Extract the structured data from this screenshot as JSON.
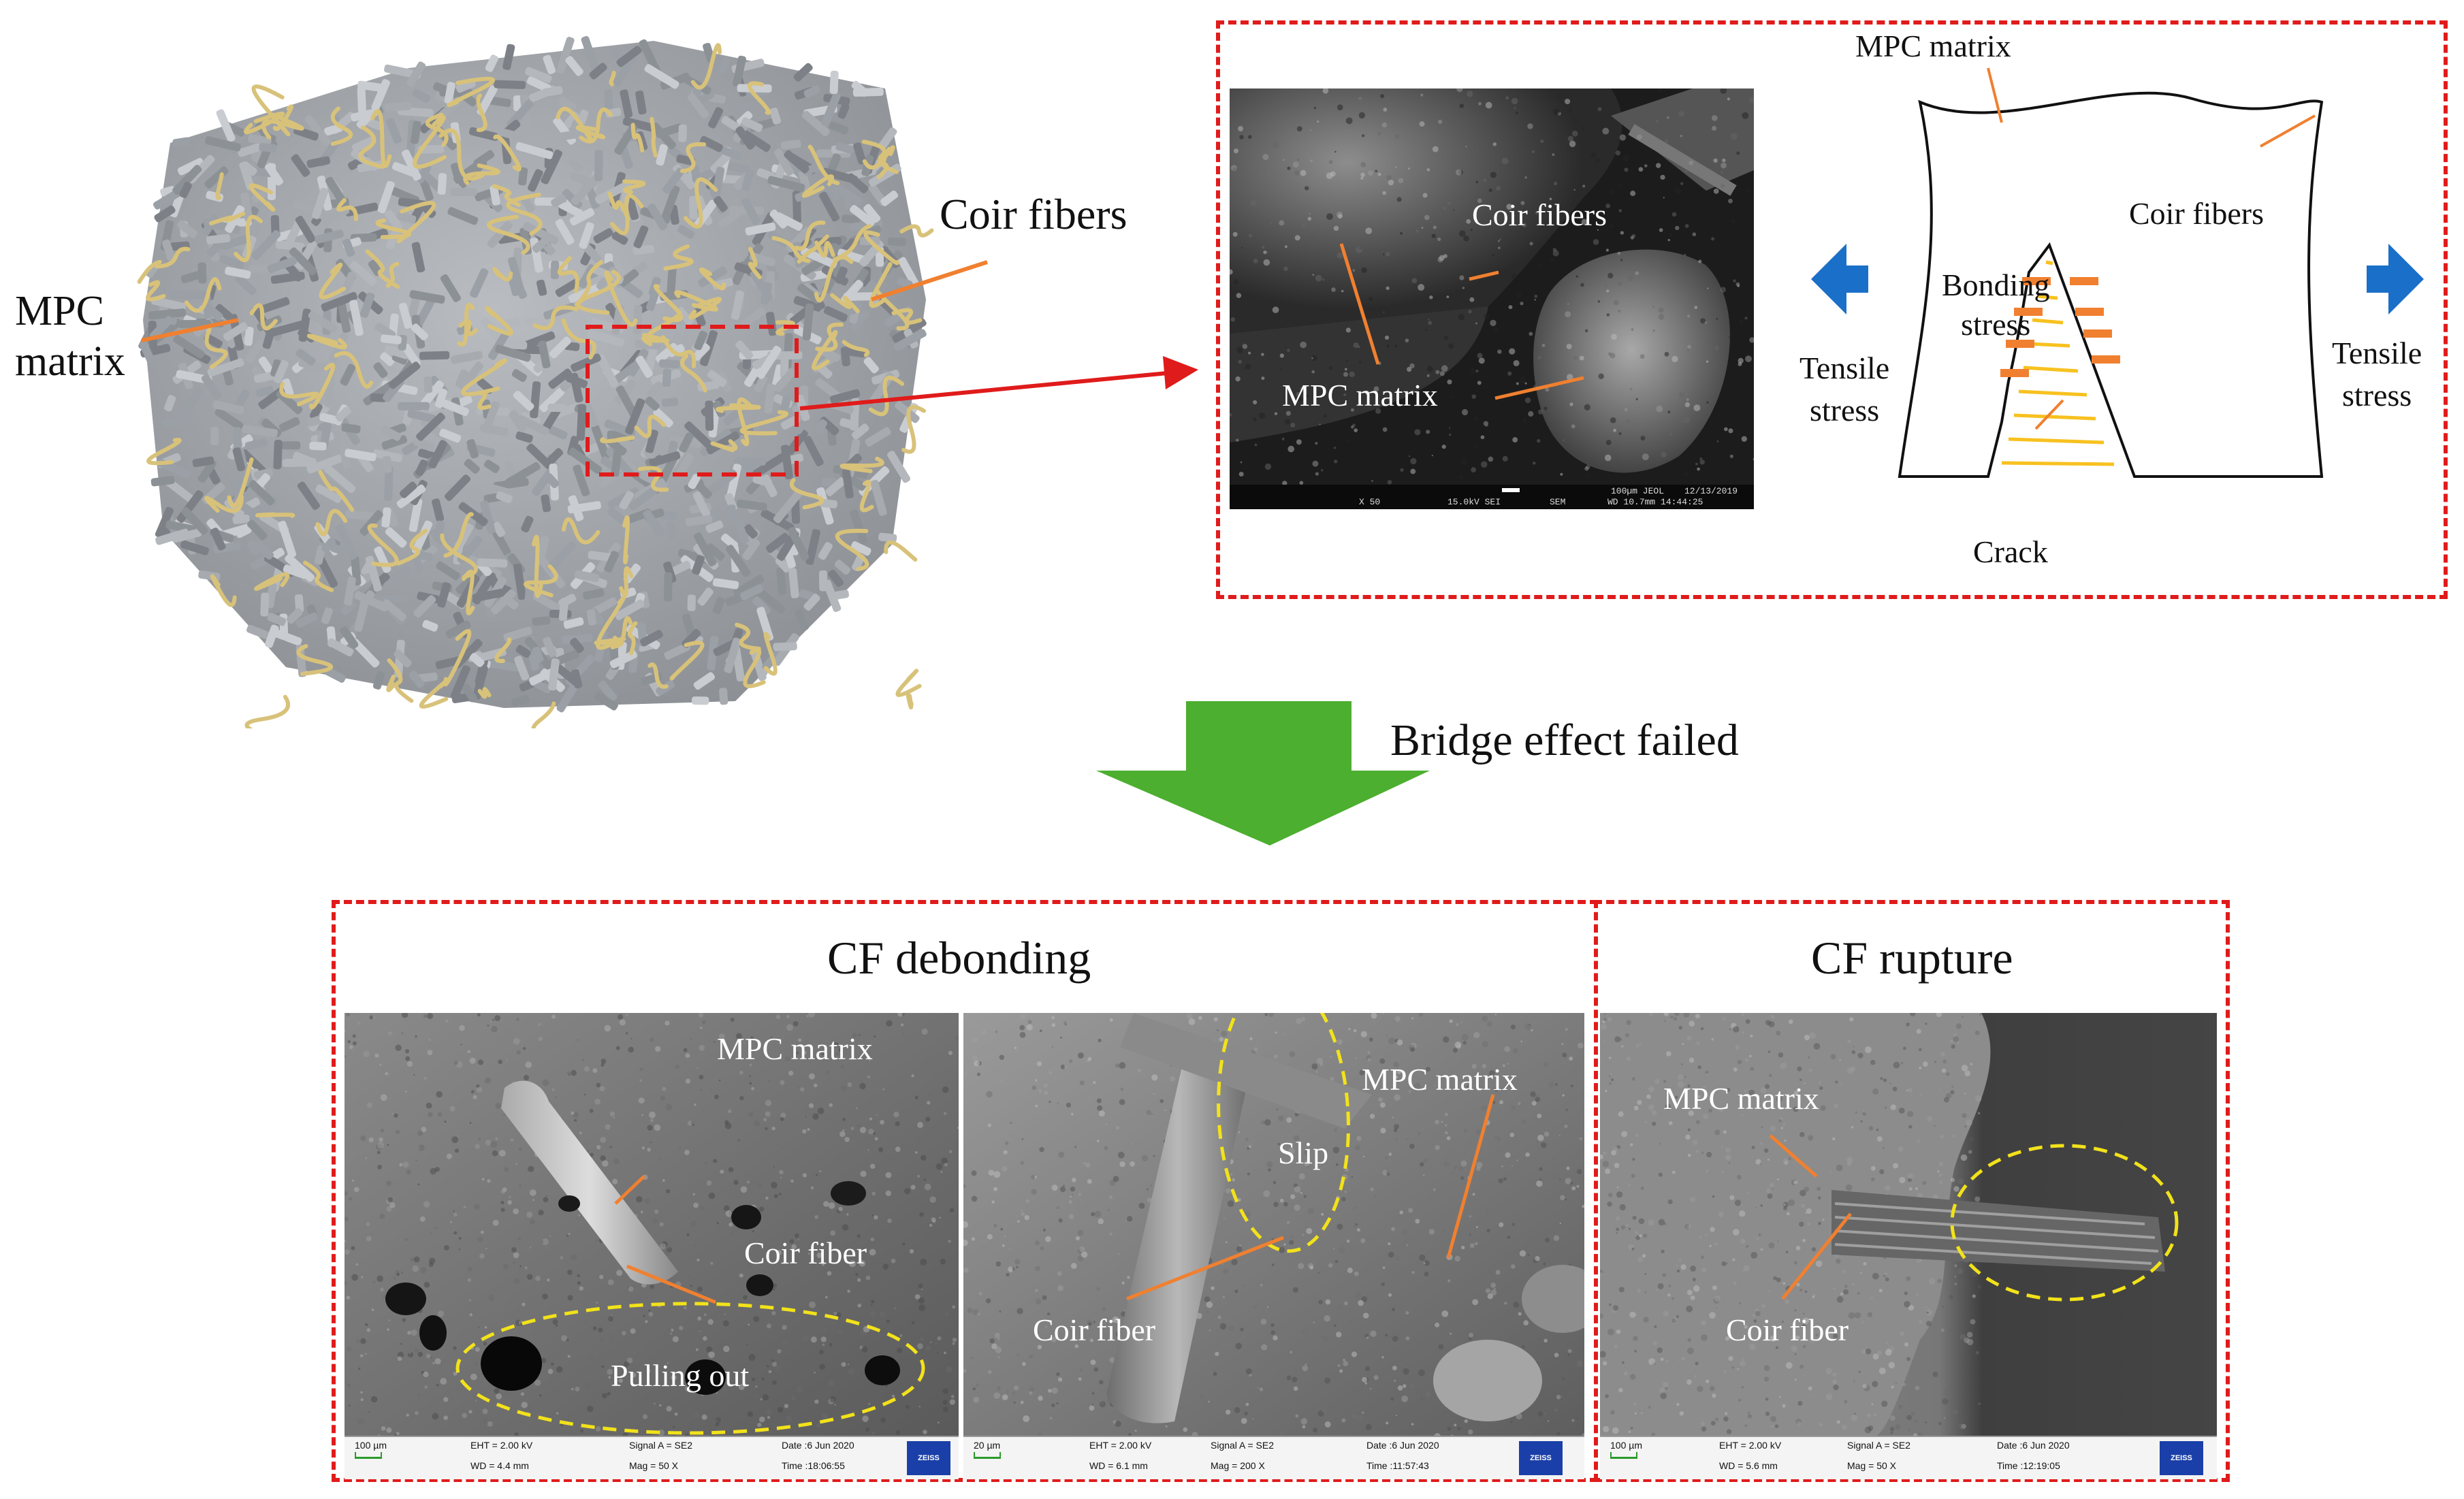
{
  "top_left": {
    "matrix_label_line1": "MPC",
    "matrix_label_line2": "matrix",
    "fibers_label": "Coir fibers"
  },
  "sem_top": {
    "label_coir_fibers": "Coir fibers",
    "label_mpc_matrix": "MPC matrix",
    "bar_mag": "X 50",
    "bar_kv": "15.0kV SEI",
    "bar_mode": "SEM",
    "bar_scale": "100µm JEOL",
    "bar_wd": "WD 10.7mm 14:44:25",
    "bar_date": "12/13/2019"
  },
  "schematic": {
    "mpc_matrix": "MPC matrix",
    "coir_fibers": "Coir fibers",
    "bonding_line1": "Bonding",
    "bonding_line2": "stress",
    "tensile_left_line1": "Tensile",
    "tensile_left_line2": "stress",
    "tensile_right_line1": "Tensile",
    "tensile_right_line2": "stress",
    "crack": "Crack"
  },
  "arrow_label": "Bridge effect failed",
  "debonding": {
    "title": "CF debonding",
    "img1": {
      "mpc_matrix": "MPC matrix",
      "coir_fiber": "Coir fiber",
      "pulling_out": "Pulling out",
      "bar": {
        "scale": "100 µm",
        "eht": "EHT = 2.00 kV",
        "wd": "WD = 4.4 mm",
        "signal": "Signal A = SE2",
        "mag": "Mag =   50 X",
        "date": "Date :6 Jun 2020",
        "time": "Time :18:06:55",
        "logo": "ZEISS"
      }
    },
    "img2": {
      "slip": "Slip",
      "mpc_matrix": "MPC matrix",
      "coir_fiber": "Coir fiber",
      "bar": {
        "scale": "20 µm",
        "eht": "EHT = 2.00 kV",
        "wd": "WD = 6.1 mm",
        "signal": "Signal A = SE2",
        "mag": "Mag =  200 X",
        "date": "Date :6 Jun 2020",
        "time": "Time :11:57:43",
        "logo": "ZEISS"
      }
    }
  },
  "rupture": {
    "title": "CF rupture",
    "img3": {
      "mpc_matrix": "MPC matrix",
      "coir_fiber": "Coir fiber",
      "bar": {
        "scale": "100 µm",
        "eht": "EHT = 2.00 kV",
        "wd": "WD = 5.6 mm",
        "signal": "Signal A = SE2",
        "mag": "Mag =   50 X",
        "date": "Date :6 Jun 2020",
        "time": "Time :12:19:05",
        "logo": "ZEISS"
      }
    }
  },
  "colors": {
    "dashed_red": "#e01b1b",
    "leader_orange": "#f08030",
    "arrow_green": "#4caf2f",
    "arrow_blue": "#1a6fc8",
    "ellipse_yellow": "#f2e21a",
    "fiber_tan": "#d8c27a",
    "matrix_gray": "#9a9fa5"
  }
}
